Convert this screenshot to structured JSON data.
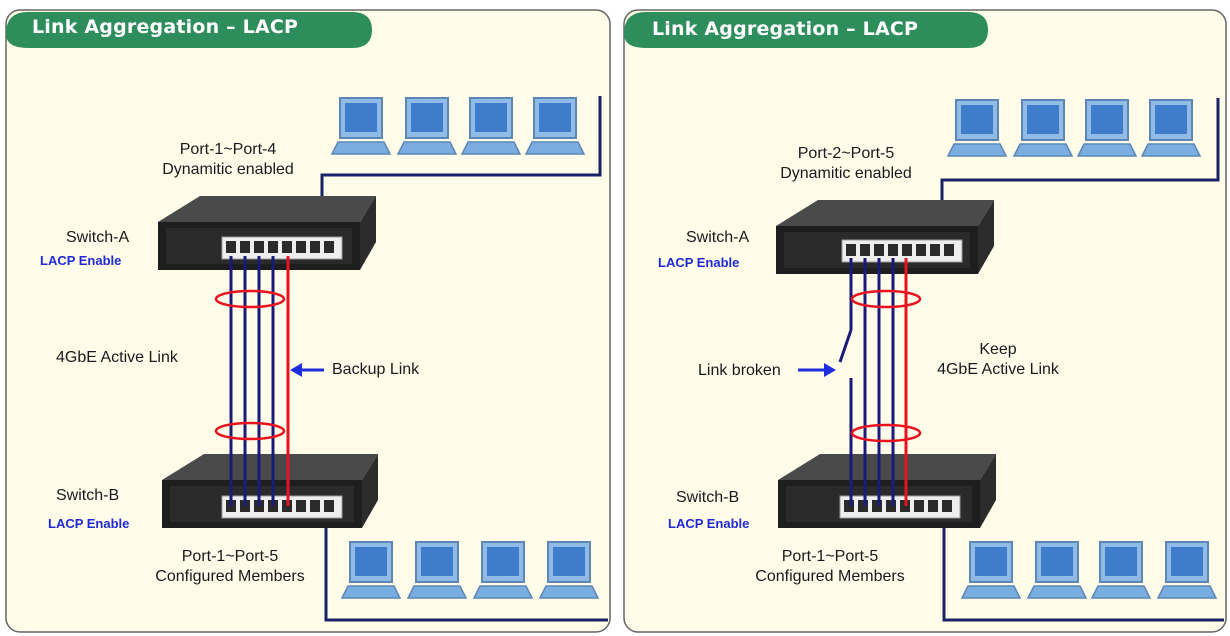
{
  "colors": {
    "panel_bg": "#fffcea",
    "panel_border": "#666666",
    "title_bg": "#2e8e5b",
    "cable_blue": "#1a1a7a",
    "cable_red": "#e8131e",
    "lacp_text": "#1f2ad6",
    "arrow": "#1d2ee0",
    "uplink": "#1a2266"
  },
  "icons": [
    "switch-icon",
    "computer-icon",
    "arrow-icon",
    "aggregation-ring-icon"
  ],
  "left": {
    "title": "Link Aggregation  –  LACP",
    "top_ports_line1": "Port-1~Port-4",
    "top_ports_line2": "Dynamitic  enabled",
    "switch_a": "Switch-A",
    "switch_a_lacp": "LACP Enable",
    "active_link": "4GbE Active Link",
    "backup_link": "Backup Link",
    "switch_b": "Switch-B",
    "switch_b_lacp": "LACP Enable",
    "bottom_ports_line1": "Port-1~Port-5",
    "bottom_ports_line2": "Configured Members"
  },
  "right": {
    "title": "Link Aggregation  –  LACP",
    "top_ports_line1": "Port-2~Port-5",
    "top_ports_line2": "Dynamitic  enabled",
    "switch_a": "Switch-A",
    "switch_a_lacp": "LACP Enable",
    "link_broken": "Link broken",
    "keep_line1": "Keep",
    "keep_line2": "4GbE Active Link",
    "switch_b": "Switch-B",
    "switch_b_lacp": "LACP Enable",
    "bottom_ports_line1": "Port-1~Port-5",
    "bottom_ports_line2": "Configured Members"
  }
}
